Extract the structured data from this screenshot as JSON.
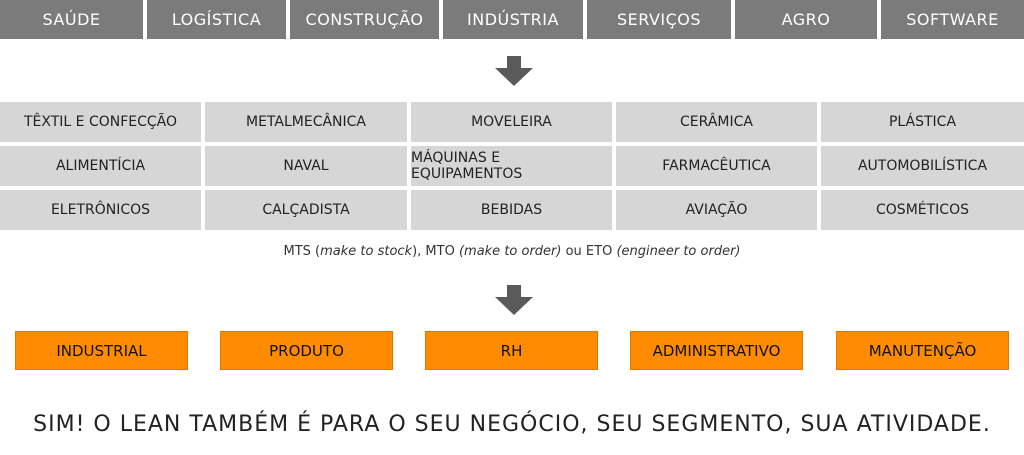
{
  "sectors": [
    "SAÚDE",
    "LOGÍSTICA",
    "CONSTRUÇÃO",
    "INDÚSTRIA",
    "SERVIÇOS",
    "AGRO",
    "SOFTWARE"
  ],
  "industries": [
    [
      "TÊXTIL E CONFECÇÃO",
      "METALMECÂNICA",
      "MOVELEIRA",
      "CERÂMICA",
      "PLÁSTICA"
    ],
    [
      "ALIMENTÍCIA",
      "NAVAL",
      "MÁQUINAS E EQUIPAMENTOS",
      "FARMACÊUTICA",
      "AUTOMOBILÍSTICA"
    ],
    [
      "ELETRÔNICOS",
      "CALÇADISTA",
      "BEBIDAS",
      "AVIAÇÃO",
      "COSMÉTICOS"
    ]
  ],
  "production_note": {
    "mts": "MTS (",
    "mts_it": "make to stock",
    "mto": "), MTO ",
    "mto_it": "(make to order)",
    "eto": " ou ETO ",
    "eto_it": "(engineer to order)"
  },
  "areas": [
    "INDUSTRIAL",
    "PRODUTO",
    "RH",
    "ADMINISTRATIVO",
    "MANUTENÇÃO"
  ],
  "tagline": "SIM! O LEAN TAMBÉM É PARA O SEU NEGÓCIO, SEU SEGMENTO, SUA ATIVIDADE.",
  "colors": {
    "sector_bg": "#7b7b7b",
    "industry_bg": "#d6d6d6",
    "area_bg": "#ff8c00",
    "arrow": "#5a5a5a"
  }
}
